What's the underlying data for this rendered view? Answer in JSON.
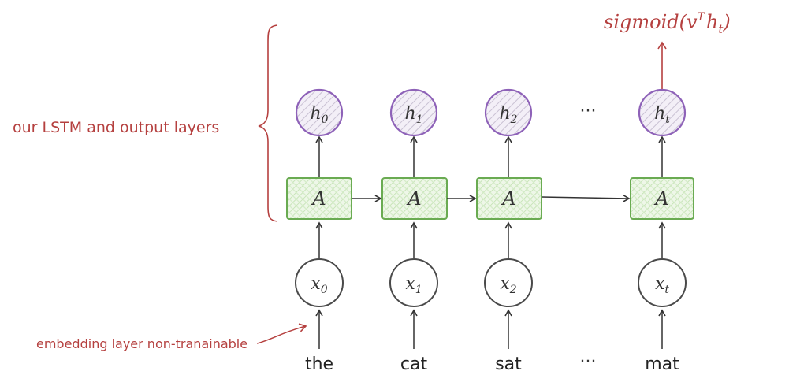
{
  "colors": {
    "annotation": "#b5403f",
    "hidden_stroke": "#8e62b8",
    "cell_stroke": "#6aab52",
    "cell_fill": "#eaf5e3",
    "node_stroke": "#4a4a4a",
    "arrow": "#333333"
  },
  "output": {
    "label_main": "sigmoid(v",
    "label_sup": "T",
    "label_h": "h",
    "label_sub": "t",
    "label_close": ")"
  },
  "brace_label": "our LSTM and output layers",
  "embedding_label": "embedding layer non-tranainable",
  "ellipsis": "···",
  "hidden_states": [
    {
      "var": "h",
      "sub": "0"
    },
    {
      "var": "h",
      "sub": "1"
    },
    {
      "var": "h",
      "sub": "2"
    },
    {
      "var": "h",
      "sub": "t"
    }
  ],
  "cells": [
    "A",
    "A",
    "A",
    "A"
  ],
  "inputs": [
    {
      "var": "x",
      "sub": "0"
    },
    {
      "var": "x",
      "sub": "1"
    },
    {
      "var": "x",
      "sub": "2"
    },
    {
      "var": "x",
      "sub": "t"
    }
  ],
  "words": [
    "the",
    "cat",
    "sat",
    "mat"
  ]
}
